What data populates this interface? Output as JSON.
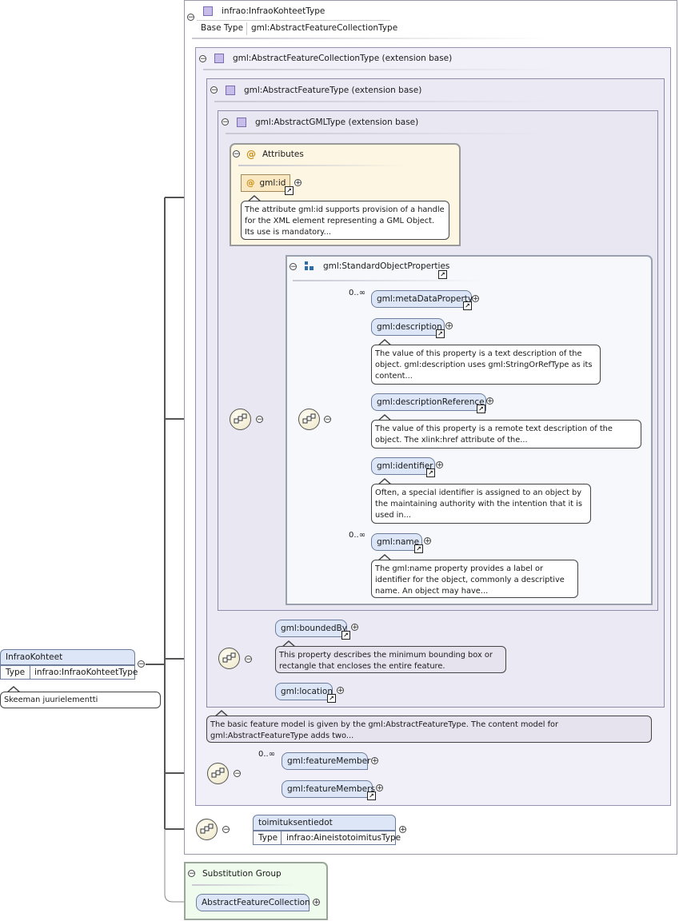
{
  "root_type": {
    "name": "infrao:InfraoKohteetType",
    "base_label": "Base Type",
    "base_value": "gml:AbstractFeatureCollectionType"
  },
  "extensions": {
    "ext1": "gml:AbstractFeatureCollectionType (extension base)",
    "ext2": "gml:AbstractFeatureType (extension base)",
    "ext3": "gml:AbstractGMLType (extension base)"
  },
  "attributes": {
    "title": "Attributes",
    "gml_id": "gml:id",
    "gml_id_doc": "The attribute gml:id supports provision of a handle for the XML element representing a GML Object. Its use is mandatory..."
  },
  "group": {
    "name": "gml:StandardObjectProperties",
    "items": [
      {
        "name": "gml:metaDataProperty",
        "occurrence": "0..∞",
        "doc": ""
      },
      {
        "name": "gml:description",
        "occurrence": "",
        "doc": "The value of this property is a text description of the object. gml:description uses gml:StringOrRefType as its content..."
      },
      {
        "name": "gml:descriptionReference",
        "occurrence": "",
        "doc": "The value of this property is a remote text description of the object. The xlink:href attribute of the..."
      },
      {
        "name": "gml:identifier",
        "occurrence": "",
        "doc": "Often, a special identifier is assigned to an object by the maintaining authority with the intention that it is used in..."
      },
      {
        "name": "gml:name",
        "occurrence": "0..∞",
        "doc": "The gml:name property provides a label or identifier for the object, commonly a descriptive name. An object may have..."
      }
    ]
  },
  "feature": {
    "boundedBy": "gml:boundedBy",
    "boundedBy_doc": "This property describes the minimum bounding box or rectangle that encloses the entire feature.",
    "location": "gml:location",
    "feature_doc": "The basic feature model is given by the gml:AbstractFeatureType. The content model for gml:AbstractFeatureType adds two..."
  },
  "collection": {
    "featureMember": "gml:featureMember",
    "featureMember_occ": "0..∞",
    "featureMembers": "gml:featureMembers"
  },
  "toimitus": {
    "name": "toimituksentiedot",
    "type_label": "Type",
    "type_value": "infrao:AineistotoimitusType"
  },
  "root_element": {
    "name": "InfraoKohteet",
    "type_label": "Type",
    "type_value": "infrao:InfraoKohteetType",
    "doc": "Skeeman juurielementti"
  },
  "substitution": {
    "title": "Substitution Group",
    "element": "AbstractFeatureCollection"
  },
  "symbols": {
    "collapse": "−",
    "expand": "+",
    "link": "↗",
    "attr": "@"
  },
  "colors": {
    "element_fill": "#dce6f7",
    "attribute_fill": "#fae8c2",
    "type_icon": "#c8bce8",
    "group_icon": "#2c6ca8"
  }
}
